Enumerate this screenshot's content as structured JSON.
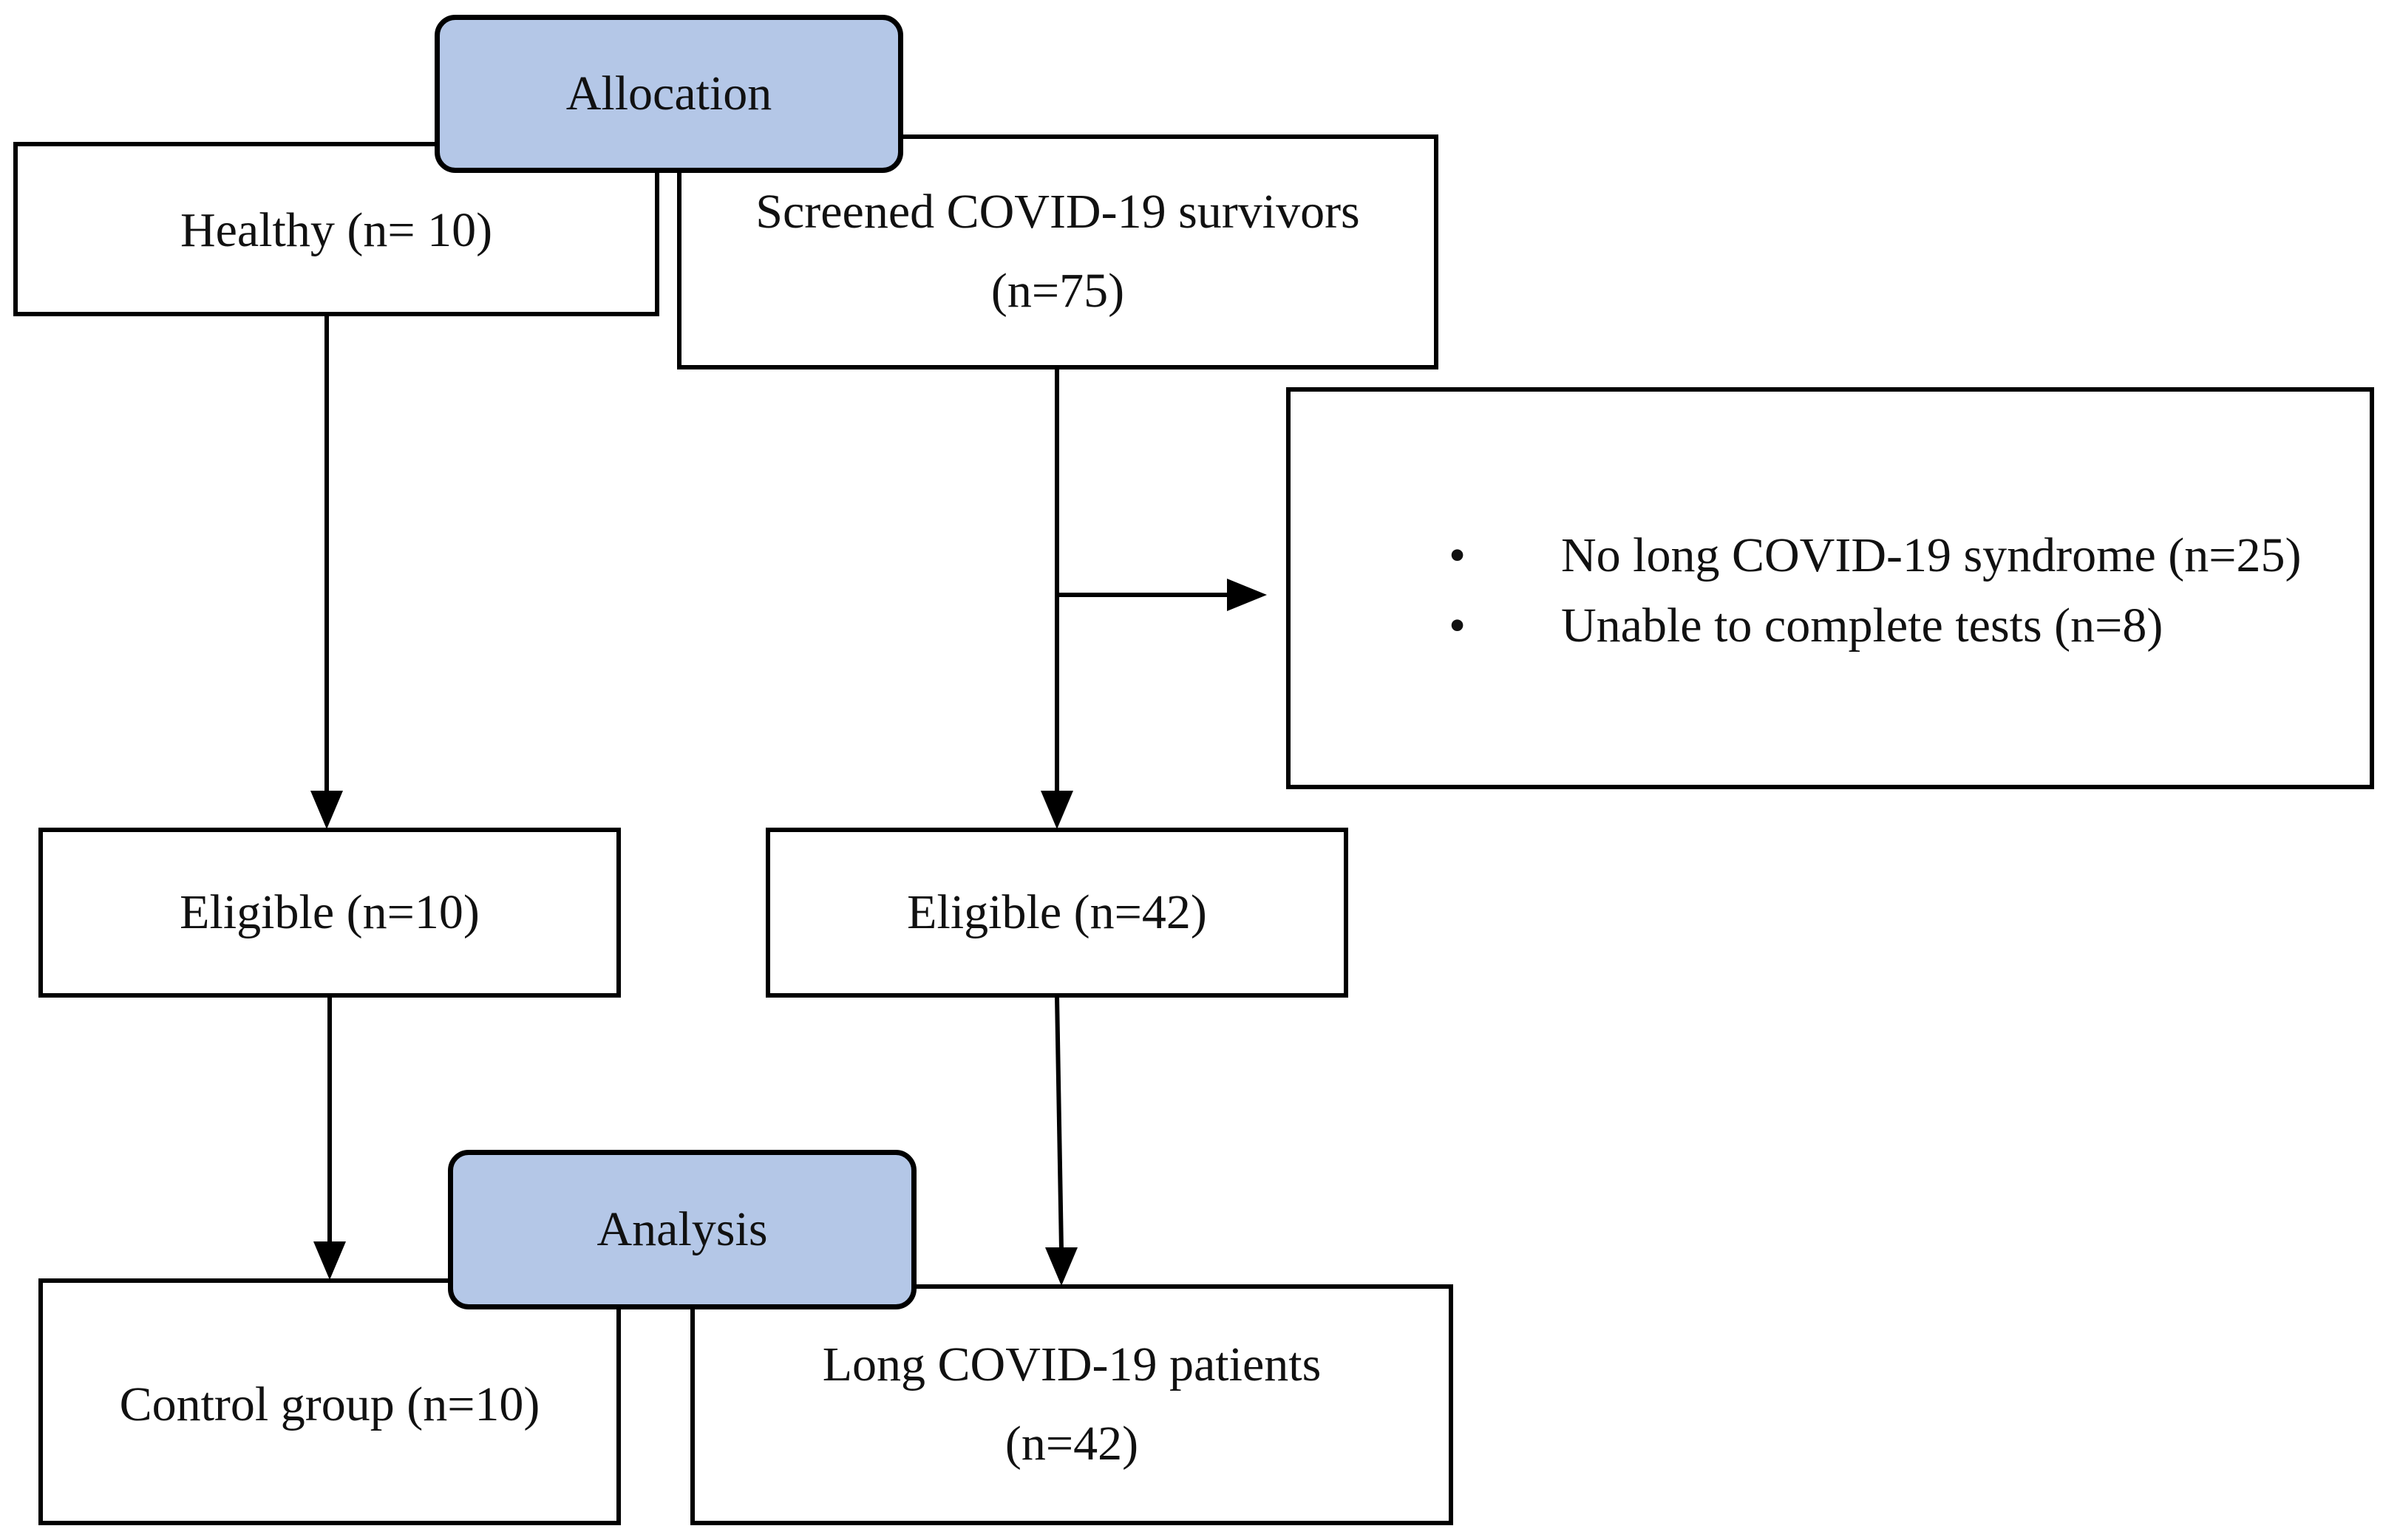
{
  "headers": {
    "allocation": "Allocation",
    "analysis": "Analysis"
  },
  "left_branch": {
    "healthy": "Healthy (n= 10)",
    "eligible": "Eligible (n=10)",
    "result": "Control group (n=10)"
  },
  "right_branch": {
    "screened_line1": "Screened COVID-19 survivors",
    "screened_line2": "(n=75)",
    "eligible": "Eligible (n=42)",
    "result_line1": "Long COVID-19 patients",
    "result_line2": "(n=42)"
  },
  "exclusion": {
    "bullet": "•",
    "items": [
      "No long COVID-19 syndrome (n=25)",
      "Unable to complete tests (n=8)"
    ]
  },
  "colors": {
    "header_fill": "#b4c7e7",
    "stroke": "#000000",
    "box_fill": "#ffffff"
  }
}
